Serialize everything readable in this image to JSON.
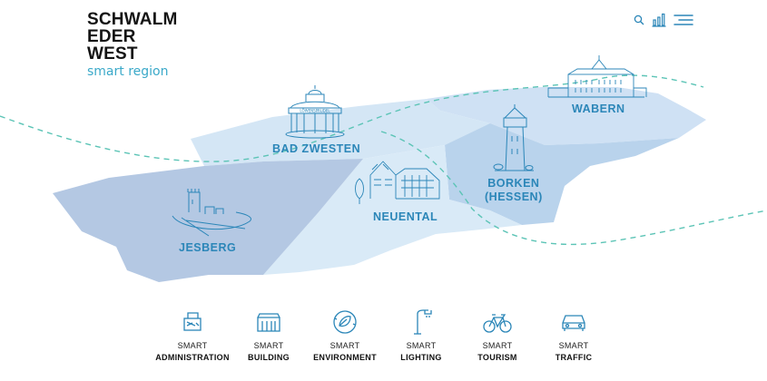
{
  "logo": {
    "line1": "SCHWALM",
    "line2": "EDER",
    "line3": "WEST",
    "tagline": "smart region"
  },
  "nav": {
    "icons": [
      "search-icon",
      "chart-icon",
      "menu-icon"
    ]
  },
  "colors": {
    "accent": "#2b86b8",
    "map_light": "#d6e8f6",
    "map_mid": "#bdd8ef",
    "map_dark": "#b3c6e2",
    "dashed_line": "#5cc4b6"
  },
  "regions": [
    {
      "label": "BAD ZWESTEN"
    },
    {
      "label": "WABERN"
    },
    {
      "label": "NEUENTAL"
    },
    {
      "label": "BORKEN\n(HESSEN)"
    },
    {
      "label": "JESBERG"
    }
  ],
  "landmark_sign": "LÖWENSPRUDEL",
  "categories": [
    {
      "smart": "SMART",
      "name": "ADMINISTRATION",
      "icon": "administration-icon"
    },
    {
      "smart": "SMART",
      "name": "BUILDING",
      "icon": "building-icon"
    },
    {
      "smart": "SMART",
      "name": "ENVIRONMENT",
      "icon": "environment-icon"
    },
    {
      "smart": "SMART",
      "name": "LIGHTING",
      "icon": "lighting-icon"
    },
    {
      "smart": "SMART",
      "name": "TOURISM",
      "icon": "tourism-icon"
    },
    {
      "smart": "SMART",
      "name": "TRAFFIC",
      "icon": "traffic-icon"
    }
  ]
}
